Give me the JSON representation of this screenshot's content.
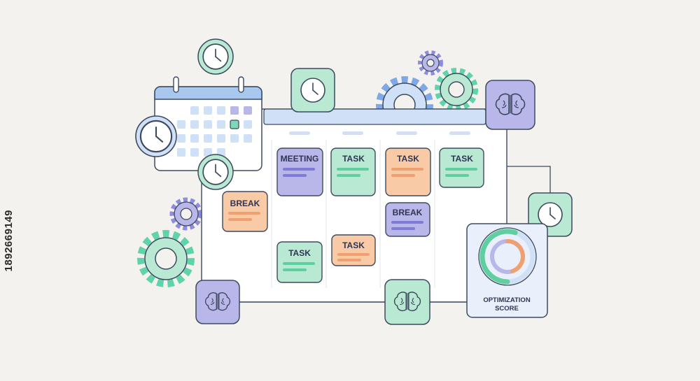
{
  "cards": {
    "meeting": "MEETING",
    "task1": "TASK",
    "task2": "TASK",
    "task3": "TASK",
    "break1": "BREAK",
    "break2": "BREAK",
    "task4": "TASK",
    "task5": "TASK"
  },
  "score": {
    "line1": "OPTIMIZATION",
    "line2": "SCORE",
    "progress": 0.55
  },
  "watermark": {
    "id": "1892669149"
  },
  "icons": [
    "clock-icon",
    "calendar-icon",
    "gear-icon",
    "brain-icon"
  ],
  "colors": {
    "background": "#f4f2ee",
    "green": "#b9e8d3",
    "orange": "#f8caa6",
    "purple": "#b9b6ea",
    "blue": "#cfe0f7",
    "stroke": "#3d4a5e"
  }
}
